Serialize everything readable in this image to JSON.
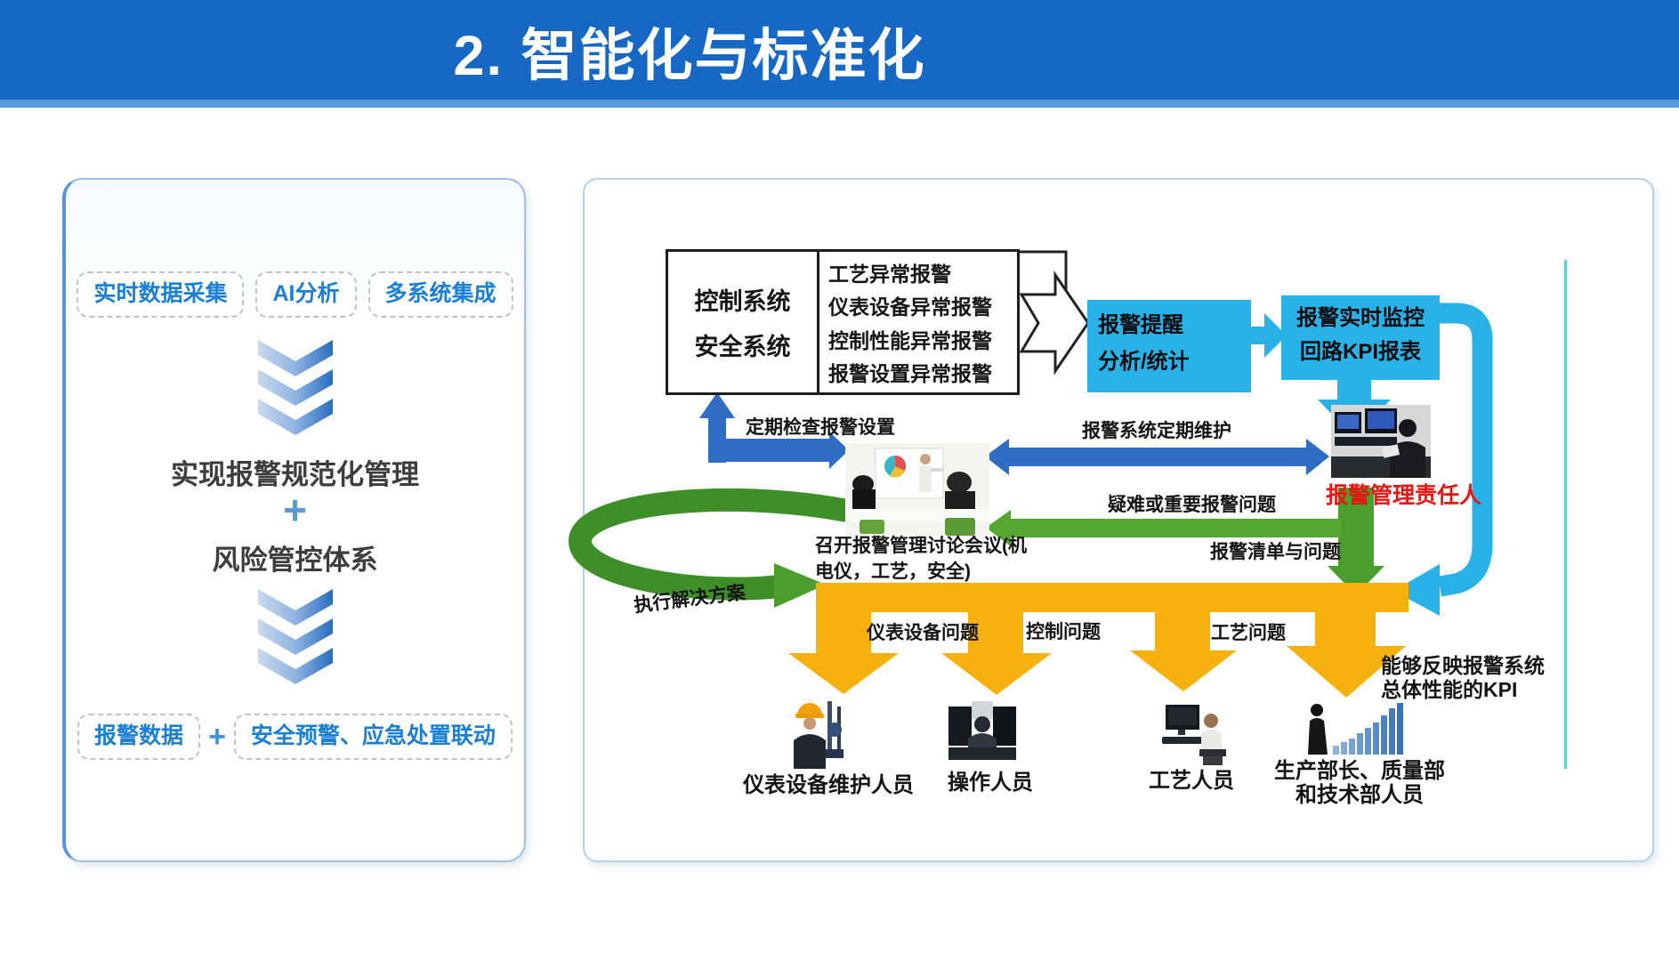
{
  "header": {
    "title": "2. 智能化与标准化"
  },
  "left_panel": {
    "inputs": [
      "实时数据采集",
      "AI分析",
      "多系统集成"
    ],
    "result_line1": "实现报警规范化管理",
    "plus_mid": "+",
    "result_line2": "风险管控体系",
    "data_box": "报警数据",
    "plus_bottom": "+",
    "linkage_box": "安全预警、应急处置联动"
  },
  "diagram": {
    "system_box": {
      "systems": [
        "控制系统",
        "安全系统"
      ],
      "alarms": [
        "工艺异常报警",
        "仪表设备异常报警",
        "控制性能异常报警",
        "报警设置异常报警"
      ]
    },
    "alert_box_lines": [
      "报警提醒",
      "分析/统计"
    ],
    "monitor_box_lines": [
      "报警实时监控",
      "回路KPI报表"
    ],
    "manager_label": "报警管理责任人",
    "arrows": {
      "check_settings": "定期检查报警设置",
      "maintenance": "报警系统定期维护",
      "difficult": "疑难或重要报警问题",
      "alarm_list": "报警清单与问题",
      "execute": "执行解决方案"
    },
    "meeting_lines": [
      "召开报警管理讨论会议(机",
      "电仪，工艺，安全)"
    ],
    "issues": [
      "仪表设备问题",
      "控制问题",
      "工艺问题"
    ],
    "kpi_lines": [
      "能够反映报警系统",
      "总体性能的KPI"
    ],
    "roles": [
      "仪表设备维护人员",
      "操作人员",
      "工艺人员"
    ],
    "role4_lines": [
      "生产部长、质量部",
      "和技术部人员"
    ]
  },
  "icons": {
    "chevron_down": "▼",
    "plus": "+"
  },
  "colors": {
    "header_blue": "#1668c4",
    "header_strip": "#5b9bd5",
    "cyan": "#29b2e8",
    "arrow_blue": "#2f6cc3",
    "green": "#4a9e2e",
    "yellow": "#f7b10e",
    "alert_red": "#ea1510",
    "accent_text_blue": "#1a7fd5"
  }
}
